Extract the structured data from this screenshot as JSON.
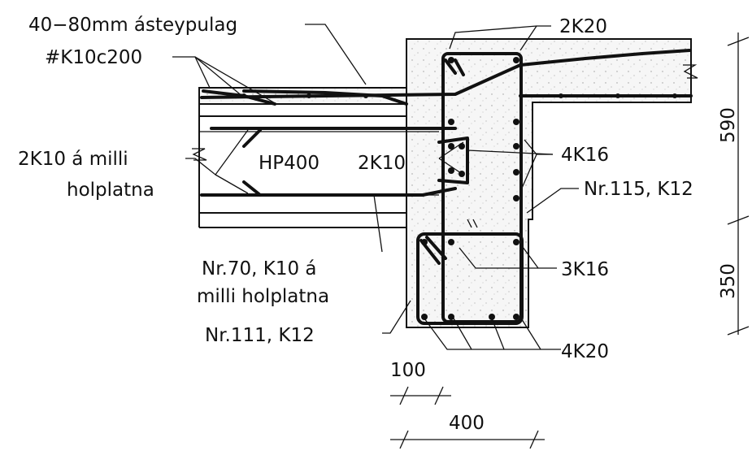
{
  "labels": {
    "topping": "40−80mm ásteypulag",
    "mesh": "#K10c200",
    "top_bars_beam": "2K20",
    "bars_in_slab_1": "2K10 á milli",
    "bars_in_slab_2": "holplatna",
    "hollowcore": "HP400",
    "bars_mid": "2K10",
    "side_bars": "4K16",
    "stirrup_upper": "Nr.115, K12",
    "tie_1": "Nr.70, K10 á",
    "tie_2": "milli holplatna",
    "ledge_bars": "3K16",
    "stirrup_lower": "Nr.111, K12",
    "bottom_bars": "4K20"
  },
  "dimensions": {
    "upper_height": "590",
    "lower_height": "350",
    "ledge_width": "100",
    "beam_width": "400"
  },
  "colors": {
    "line": "#111111",
    "concrete_fill": "#f4f4f4"
  }
}
